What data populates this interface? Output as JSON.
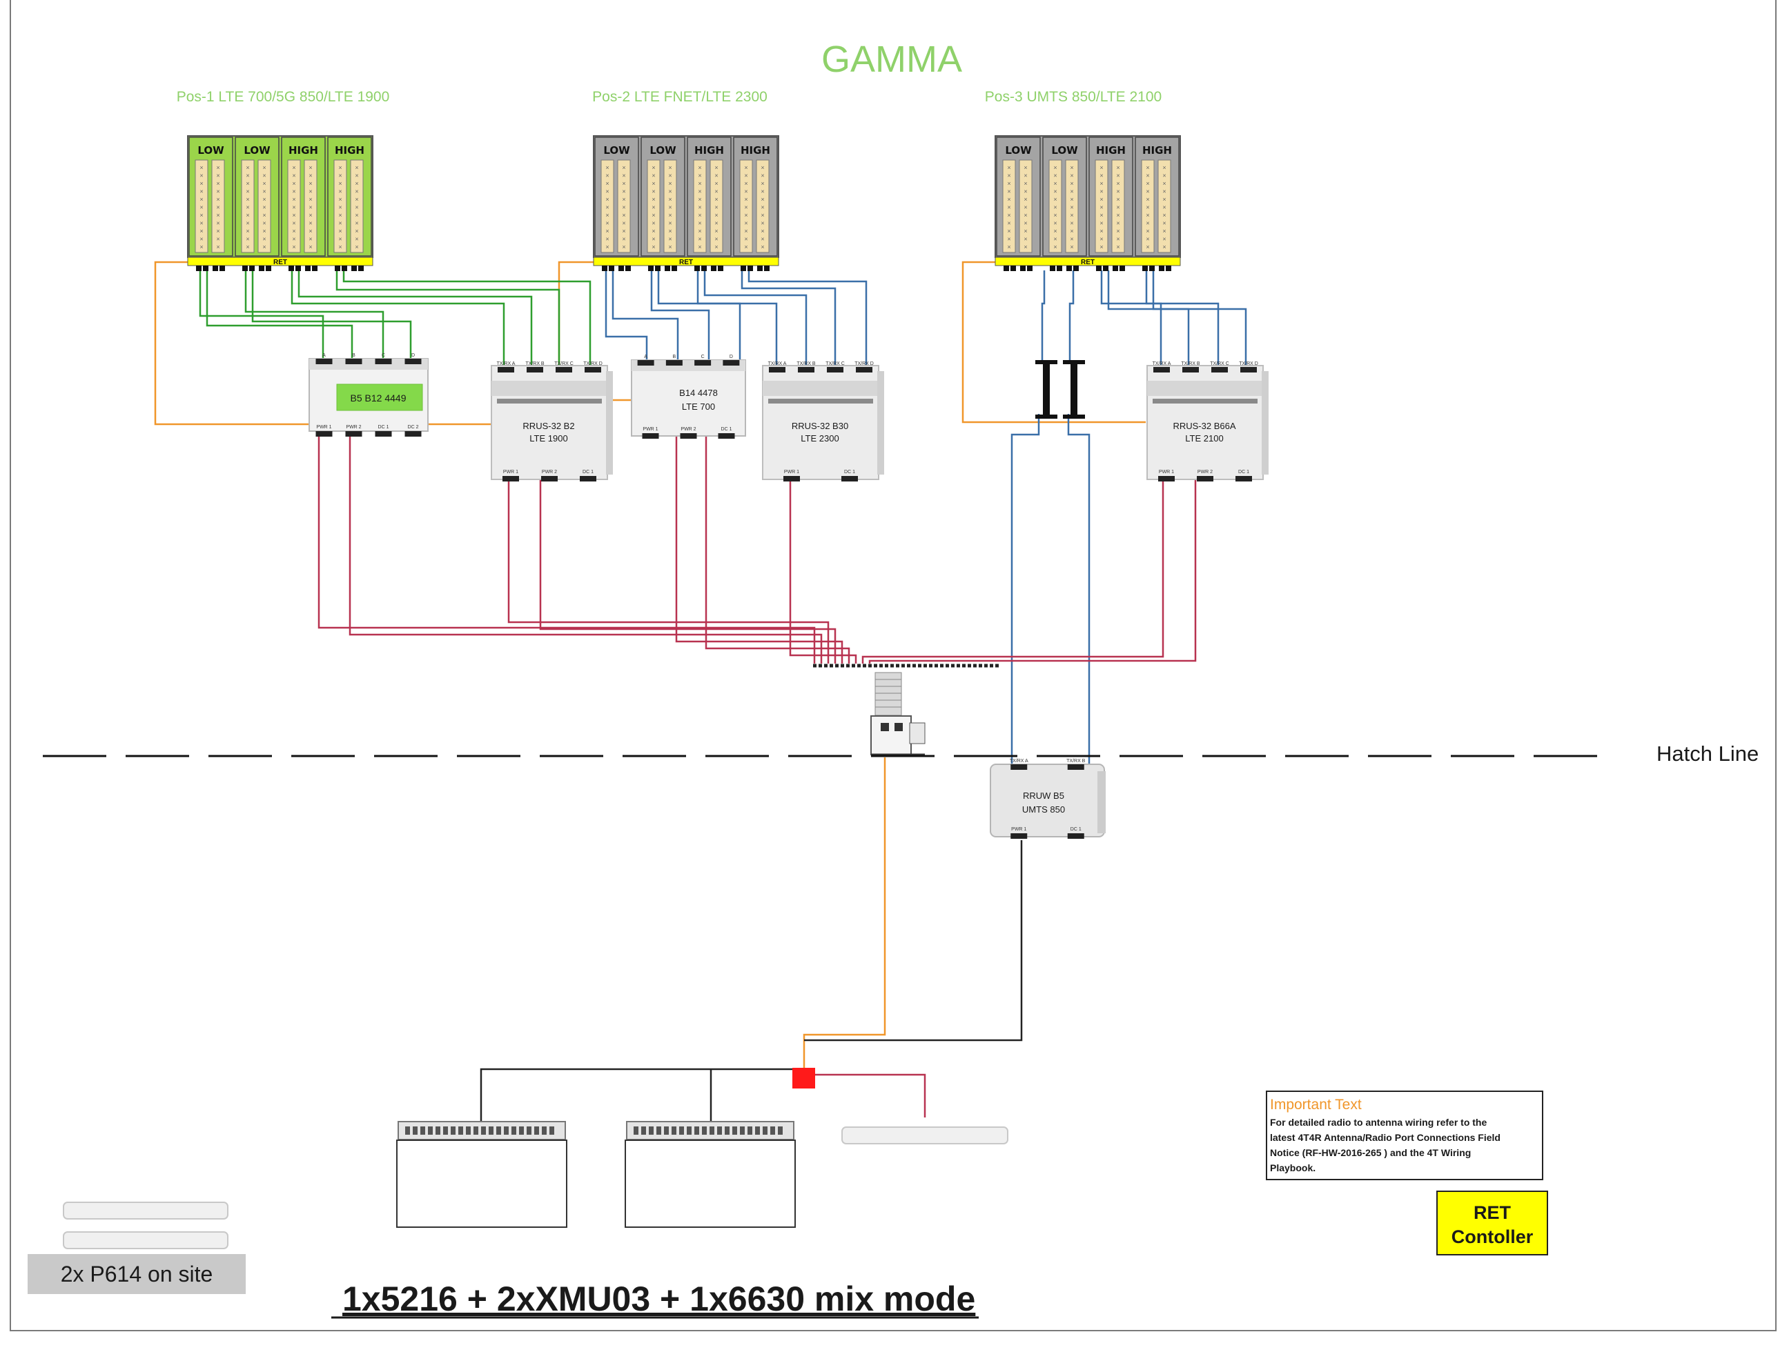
{
  "title": "GAMMA",
  "colors": {
    "title_green": "#8fd16a",
    "coax_green": "#2e9e2e",
    "coax_blue": "#3a6fa8",
    "power_red": "#b83250",
    "ret_orange": "#f0962a",
    "fiber_orange": "#f0962a",
    "control_black": "#222222",
    "antenna_green": "#9bd54a",
    "antenna_gray": "#9a9a9a",
    "element_tan": "#f2dfae",
    "ret_yellow": "#ffff00",
    "hub_red": "#ff1a1a"
  },
  "positions": [
    {
      "label": "Pos-1 LTE 700/5G 850/LTE 1900",
      "ret": "RET",
      "color": "green",
      "columns": [
        "LOW",
        "LOW",
        "HIGH",
        "HIGH"
      ]
    },
    {
      "label": "Pos-2 LTE FNET/LTE 2300",
      "ret": "RET",
      "color": "gray",
      "columns": [
        "LOW",
        "LOW",
        "HIGH",
        "HIGH"
      ]
    },
    {
      "label": "Pos-3 UMTS 850/LTE 2100",
      "ret": "RET",
      "color": "gray",
      "columns": [
        "LOW",
        "LOW",
        "HIGH",
        "HIGH"
      ]
    }
  ],
  "radios": {
    "r4449": {
      "name_line1": "B5 B12 4449",
      "name_line2": "",
      "top_ports": [
        "A",
        "B",
        "C",
        "D"
      ],
      "bottom_ports": [
        "PWR 1",
        "PWR 2",
        "DC 1",
        "DC 2"
      ]
    },
    "rrus32_b2": {
      "name_line1": "RRUS-32 B2",
      "name_line2": "LTE 1900",
      "top_ports": [
        "TX/RX A",
        "TX/RX B",
        "TX/RX C",
        "TX/RX D"
      ],
      "bottom_ports": [
        "PWR 1",
        "PWR 2",
        "DC 1"
      ]
    },
    "b14_4478": {
      "name_line1": "B14 4478",
      "name_line2": "LTE 700",
      "top_ports": [
        "A",
        "B",
        "C",
        "D"
      ],
      "bottom_ports": [
        "PWR 1",
        "PWR 2",
        "DC 1"
      ]
    },
    "rrus32_b30": {
      "name_line1": "RRUS-32 B30",
      "name_line2": "LTE 2300",
      "top_ports": [
        "TX/RX A",
        "TX/RX B",
        "TX/RX C",
        "TX/RX D"
      ],
      "bottom_ports": [
        "PWR 1",
        "DC 1"
      ]
    },
    "rrus32_b66a": {
      "name_line1": "RRUS-32 B66A",
      "name_line2": "LTE 2100",
      "top_ports": [
        "TX/RX A",
        "TX/RX B",
        "TX/RX C",
        "TX/RX D"
      ],
      "bottom_ports": [
        "PWR 1",
        "PWR 2",
        "DC 1"
      ]
    },
    "rruw_b5": {
      "name_line1": "RRUW B5",
      "name_line2": "UMTS 850",
      "top_ports": [
        "TX/RX A",
        "TX/RX B"
      ],
      "bottom_ports": [
        "PWR 1",
        "DC 1"
      ]
    }
  },
  "hatch_line_label": "Hatch Line",
  "important": {
    "heading": "Important Text",
    "lines": [
      "For detailed radio to antenna wiring refer to the",
      "latest 4T4R Antenna/Radio Port Connections Field",
      "Notice (RF-HW-2016-265 ) and the 4T Wiring",
      "Playbook."
    ]
  },
  "ret_controller": {
    "line1": "RET",
    "line2": "Contoller"
  },
  "p614_label": "2x P614 on site",
  "footer_title": "1x5216 + 2xXMU03 + 1x6630 mix mode"
}
